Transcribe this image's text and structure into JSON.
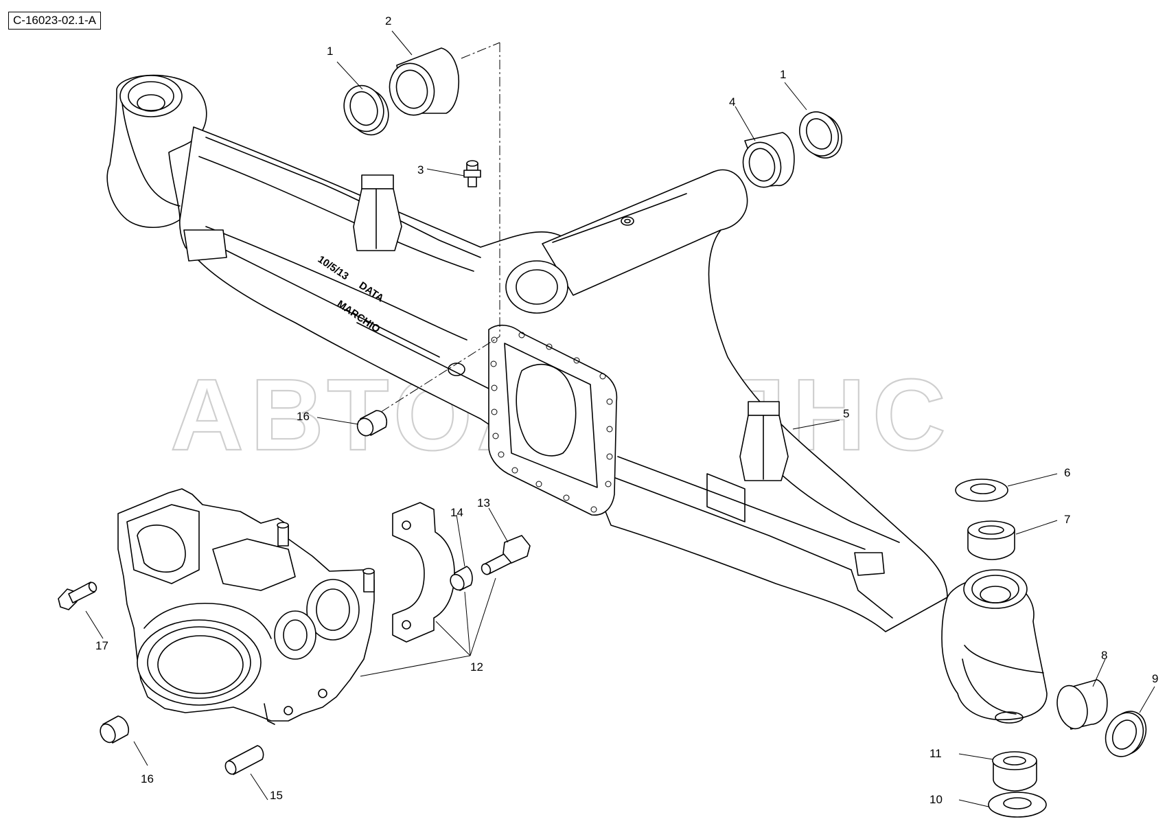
{
  "reference_code": "C-16023-02.1-A",
  "watermark": "АВТОАЛЬЯНС",
  "casting_marks": [
    "10/5/13",
    "DATA",
    "MARCHIO"
  ],
  "callouts": [
    "1",
    "2",
    "1",
    "3",
    "4",
    "5",
    "16",
    "6",
    "7",
    "13",
    "14",
    "17",
    "12",
    "8",
    "9",
    "11",
    "16",
    "15",
    "10"
  ],
  "colors": {
    "line": "#000000",
    "background": "#ffffff",
    "watermark": "#cfcfcf"
  }
}
